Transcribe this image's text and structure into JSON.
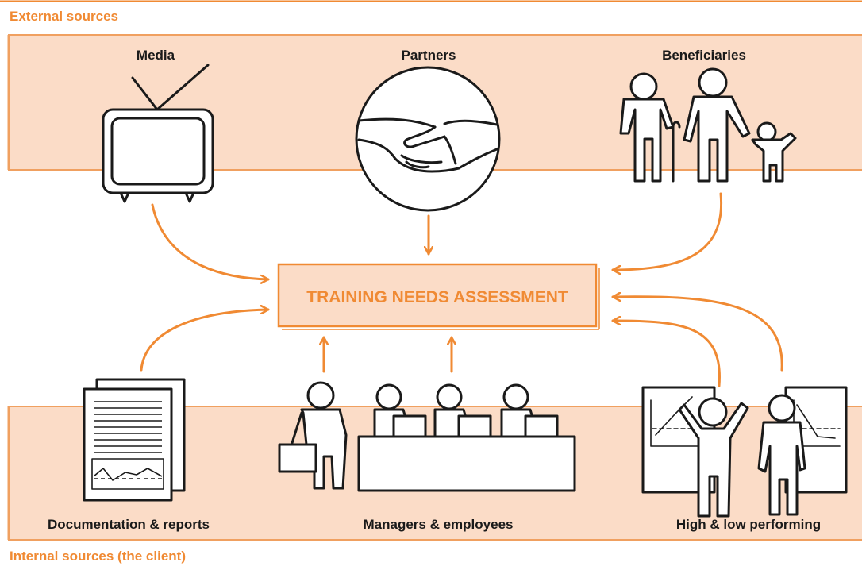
{
  "colors": {
    "accent": "#F08A33",
    "band_fill": "#FBDCC7",
    "band_border": "#F0A060",
    "center_fill": "#FBDCC7",
    "ink": "#1A1A1A"
  },
  "external": {
    "section_label": "External sources",
    "media_label": "Media",
    "partners_label": "Partners",
    "beneficiaries_label": "Beneficiaries"
  },
  "center": {
    "title": "TRAINING NEEDS ASSESSMENT"
  },
  "internal": {
    "section_label": "Internal sources (the client)",
    "documentation_label": "Documentation & reports",
    "managers_label": "Managers & employees",
    "performance_label": "High & low performing"
  },
  "icons": [
    "tv-icon",
    "handshake-icon",
    "family-icon",
    "documents-icon",
    "meeting-icon",
    "performance-charts-icon"
  ]
}
